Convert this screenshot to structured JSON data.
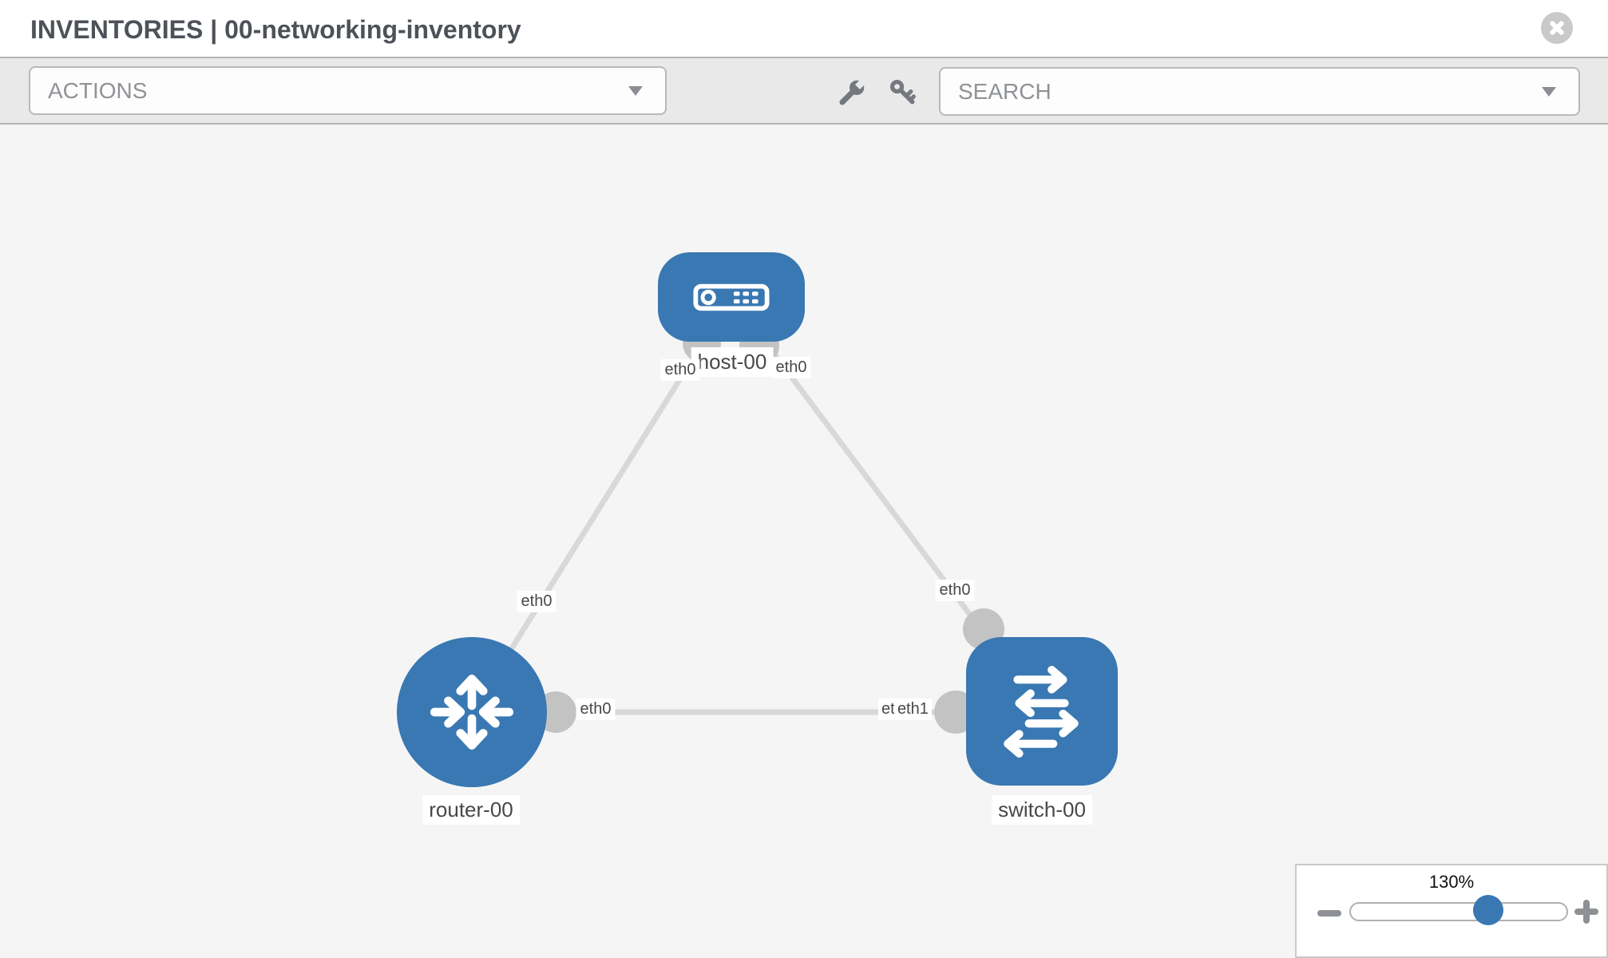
{
  "header": {
    "title": "INVENTORIES | 00-networking-inventory"
  },
  "toolbar": {
    "actions_label": "ACTIONS",
    "search_placeholder": "SEARCH"
  },
  "topology": {
    "nodes": [
      {
        "name": "host-00",
        "type": "host"
      },
      {
        "name": "router-00",
        "type": "router"
      },
      {
        "name": "switch-00",
        "type": "switch"
      }
    ],
    "links": [
      {
        "from": "host-00",
        "from_interface": "eth0",
        "to": "router-00",
        "to_interface": "eth0"
      },
      {
        "from": "host-00",
        "from_interface": "eth0",
        "to": "switch-00",
        "to_interface": "eth0"
      },
      {
        "from": "router-00",
        "from_interface": "eth0",
        "to": "switch-00",
        "to_interface": "eth1"
      }
    ],
    "interface_labels": {
      "host_left": "eth0",
      "host_right": "eth0",
      "host_router_mid": "eth0",
      "host_switch_mid": "eth0",
      "router_switch_left": "eth0",
      "router_switch_right_back": "eth0",
      "router_switch_right_front": "eth1"
    }
  },
  "zoom": {
    "level": "130%"
  },
  "icons": {
    "close": "circle-x",
    "tool_left": "wrench",
    "tool_right": "key",
    "dropdown": "chevron-down",
    "zoom_out": "minus",
    "zoom_in": "plus"
  },
  "colors": {
    "node_fill": "#3978b2",
    "connector_gray": "#c3c3c3",
    "link_gray": "#d8d8d8",
    "slider_thumb": "#3978b2",
    "toolbar_bg": "#e9e9e9",
    "canvas_bg": "#f5f5f5"
  }
}
